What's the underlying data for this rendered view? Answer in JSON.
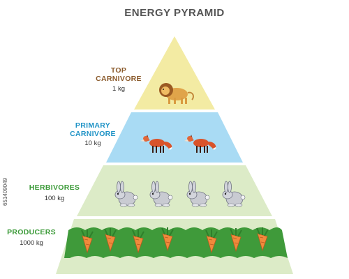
{
  "title": "ENERGY PYRAMID",
  "levels": [
    {
      "name": "TOP\nCARNIVORE",
      "amount": "1 kg",
      "color": "#f3eba3",
      "label_color": "#8a5a2b",
      "organism": "lion-icon",
      "count": 1
    },
    {
      "name": "PRIMARY\nCARNIVORE",
      "amount": "10 kg",
      "color": "#a9dbf4",
      "label_color": "#1f93c6",
      "organism": "fox-icon",
      "count": 2
    },
    {
      "name": "HERBIVORES",
      "amount": "100 kg",
      "color": "#dcebc7",
      "label_color": "#3d9b3a",
      "organism": "rabbit-icon",
      "count": 4
    },
    {
      "name": "PRODUCERS",
      "amount": "1000 kg",
      "color": "#dcebc7",
      "label_color": "#3d9b3a",
      "organism": "carrot-icon",
      "count": 7
    }
  ],
  "colors": {
    "title": "#555555",
    "grass": "#3f9a3a",
    "carrot": "#f08a3c"
  },
  "watermark": "651409049"
}
